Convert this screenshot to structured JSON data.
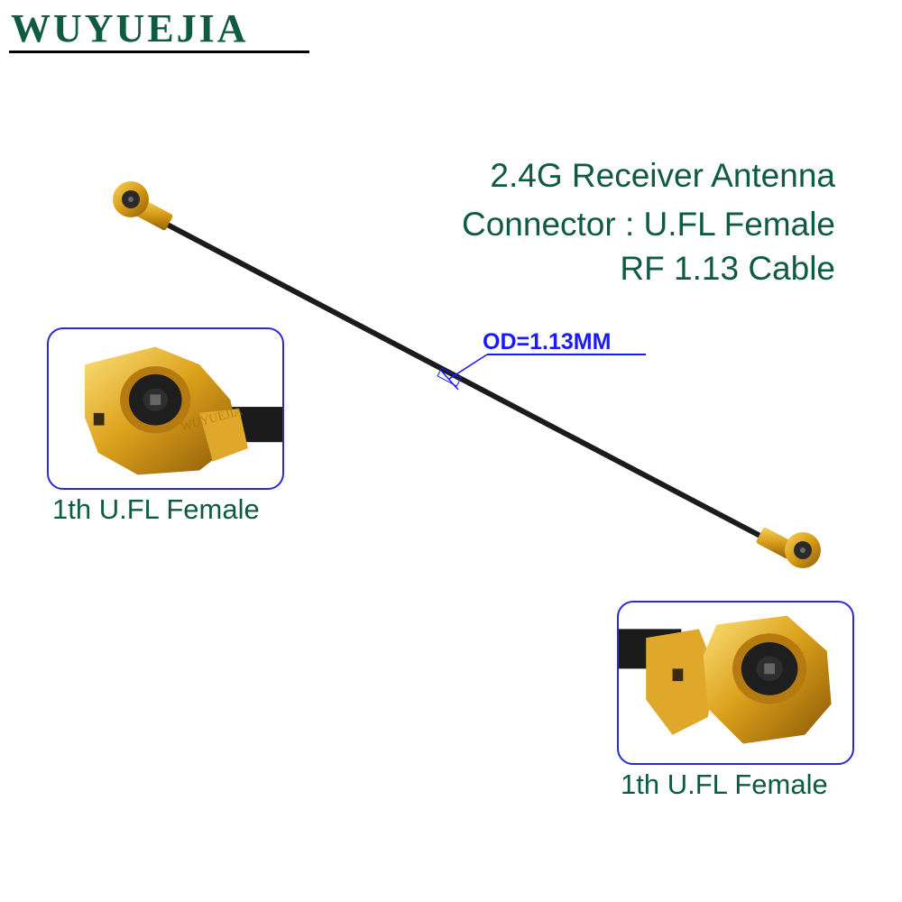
{
  "brand": {
    "text": "WUYUEJIA",
    "color": "#0f5a43"
  },
  "specs": {
    "line1": "2.4G Receiver Antenna",
    "line2": "Connector :  U.FL Female",
    "line3": "RF 1.13 Cable",
    "color": "#0f5a43"
  },
  "cable": {
    "od_label": "OD=1.13MM",
    "label_color": "#1a1aff",
    "cable_color": "#1b1b1b",
    "connector_color": "#d8a21a"
  },
  "insets": {
    "left_caption": "1th U.FL Female",
    "right_caption": "1th U.FL Female",
    "watermark": "WUYUEJIA",
    "border_color": "#2a2ad0",
    "caption_color": "#0f5a43"
  }
}
